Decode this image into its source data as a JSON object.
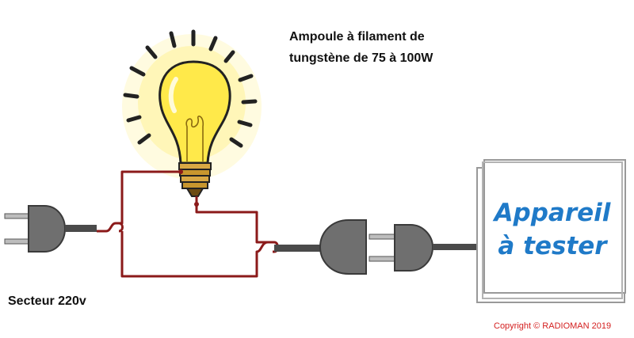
{
  "bulb_label": {
    "line1": "Ampoule à filament de",
    "line2": "tungstène de 75 à 100W"
  },
  "mains_label": "Secteur 220v",
  "device_label": {
    "line1": "Appareil",
    "line2": "à tester"
  },
  "copyright": "Copyright © RADIOMAN 2019",
  "colors": {
    "wire": "#8b1a1a",
    "plug_body": "#6f6f6f",
    "plug_pins": "#bdbdbd",
    "cable": "#4a4a4a",
    "bulb_glass": "#ffe94a",
    "bulb_glow": "#fff6b0",
    "bulb_base": "#c8962e",
    "device_box": "#999999",
    "device_text": "#1f7ac8",
    "copyright": "#d42020"
  }
}
